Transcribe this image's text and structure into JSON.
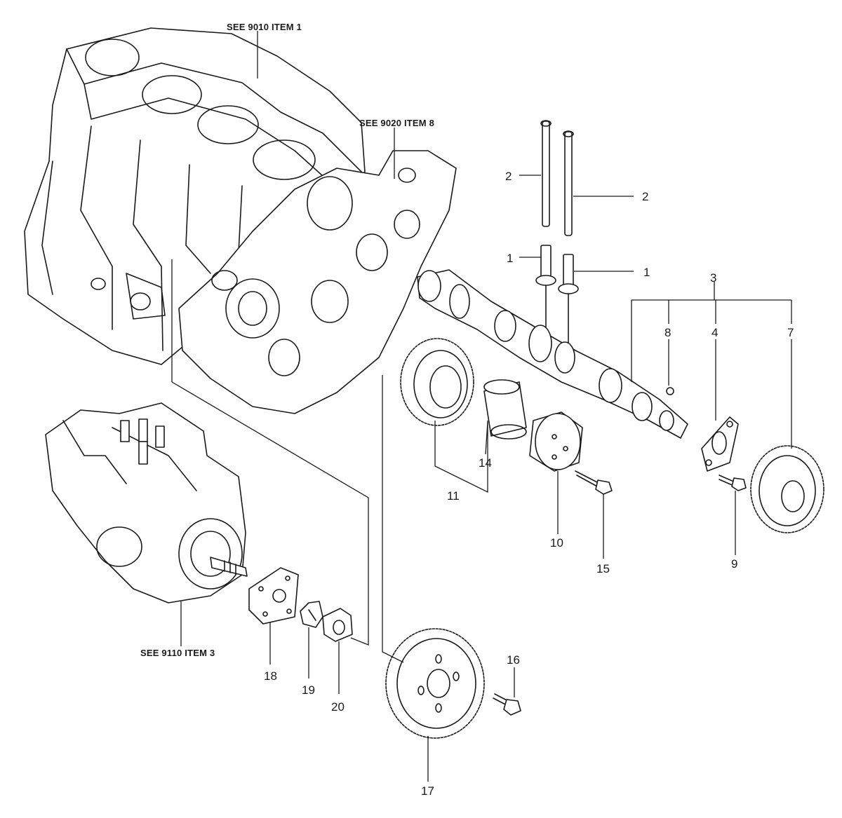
{
  "references": {
    "cylinder_block": "SEE 9010 ITEM 1",
    "gear_case": "SEE 9020 ITEM 8",
    "injection_pump": "SEE 9110 ITEM 3"
  },
  "callouts": {
    "c1a": "1",
    "c1b": "1",
    "c2a": "2",
    "c2b": "2",
    "c3": "3",
    "c4": "4",
    "c7": "7",
    "c8": "8",
    "c9": "9",
    "c10": "10",
    "c11": "11",
    "c14": "14",
    "c15": "15",
    "c16": "16",
    "c17": "17",
    "c18": "18",
    "c19": "19",
    "c20": "20"
  }
}
